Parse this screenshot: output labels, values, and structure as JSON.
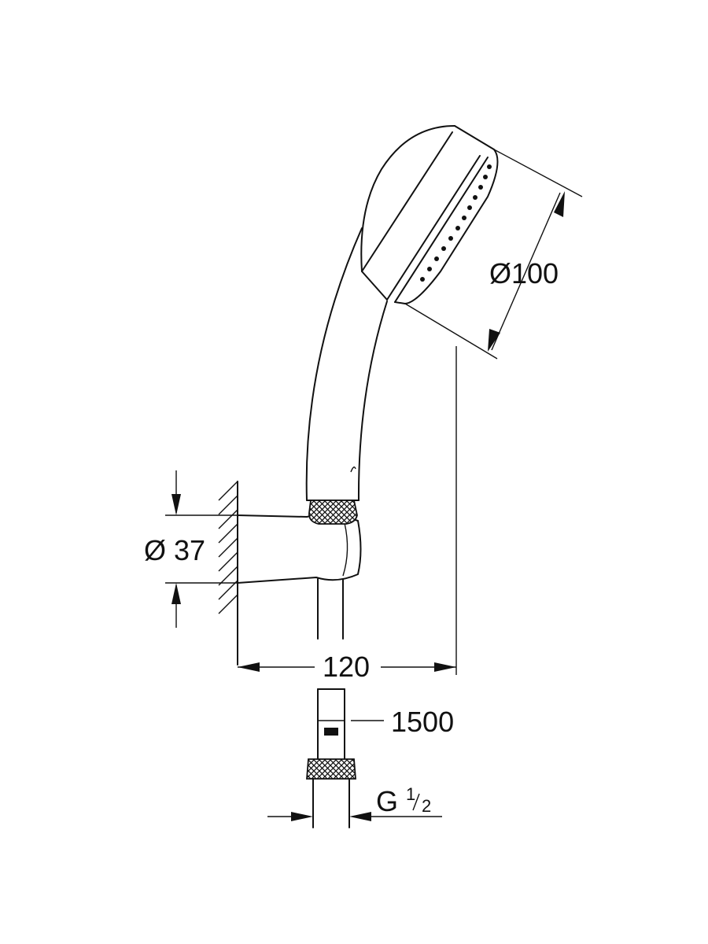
{
  "dimensions": {
    "head_diameter": "Ø100",
    "holder_diameter": "Ø 37",
    "projection": "120",
    "hose_length": "1500",
    "thread_main": "G",
    "thread_num": "1",
    "thread_den": "2"
  }
}
